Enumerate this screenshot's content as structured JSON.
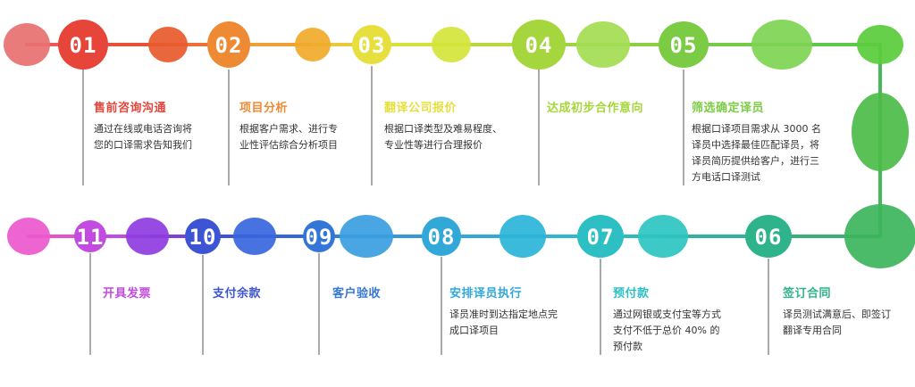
{
  "colors": {
    "s1": "#e8453a",
    "s2": "#ee8a34",
    "s3": "#e6df3e",
    "s4": "#a6d63e",
    "s5": "#7bcc44",
    "s6": "#2fb38b",
    "s7": "#2dbfc4",
    "s8": "#32a8d8",
    "s9": "#3476d8",
    "s10": "#3d55d4",
    "s11": "#c24be0",
    "text": "#333333",
    "line": "#555555"
  },
  "steps": [
    {
      "number": "01",
      "title": "售前咨询沟通",
      "desc": [
        "通过在线或电话咨询将",
        "您的口译需求告知我们"
      ]
    },
    {
      "number": "02",
      "title": "项目分析",
      "desc": [
        "根据客户需求、进行专",
        "业性评估综合分析项目"
      ]
    },
    {
      "number": "03",
      "title": "翻译公司报价",
      "desc": [
        "根据口译类型及难易程度、",
        "专业性等进行合理报价"
      ]
    },
    {
      "number": "04",
      "title": "达成初步合作意向",
      "desc": []
    },
    {
      "number": "05",
      "title": "筛选确定译员",
      "desc": [
        "根据口译项目需求从 3000 名",
        "译员中选择最佳匹配译员，将",
        "译员简历提供给客户，进行三",
        "方电话口译测试"
      ]
    },
    {
      "number": "06",
      "title": "签订合同",
      "desc": [
        "译员测试满意后、即签订",
        "翻译专用合同"
      ]
    },
    {
      "number": "07",
      "title": "预付款",
      "desc": [
        "通过网银或支付宝等方式",
        "支付不低于总价 40% 的",
        "预付款"
      ]
    },
    {
      "number": "08",
      "title": "安排译员执行",
      "desc": [
        "译员准时到达指定地点完",
        "成口译项目"
      ]
    },
    {
      "number": "09",
      "title": "客户验收",
      "desc": []
    },
    {
      "number": "10",
      "title": "支付余款",
      "desc": []
    },
    {
      "number": "11",
      "title": "开具发票",
      "desc": []
    }
  ]
}
